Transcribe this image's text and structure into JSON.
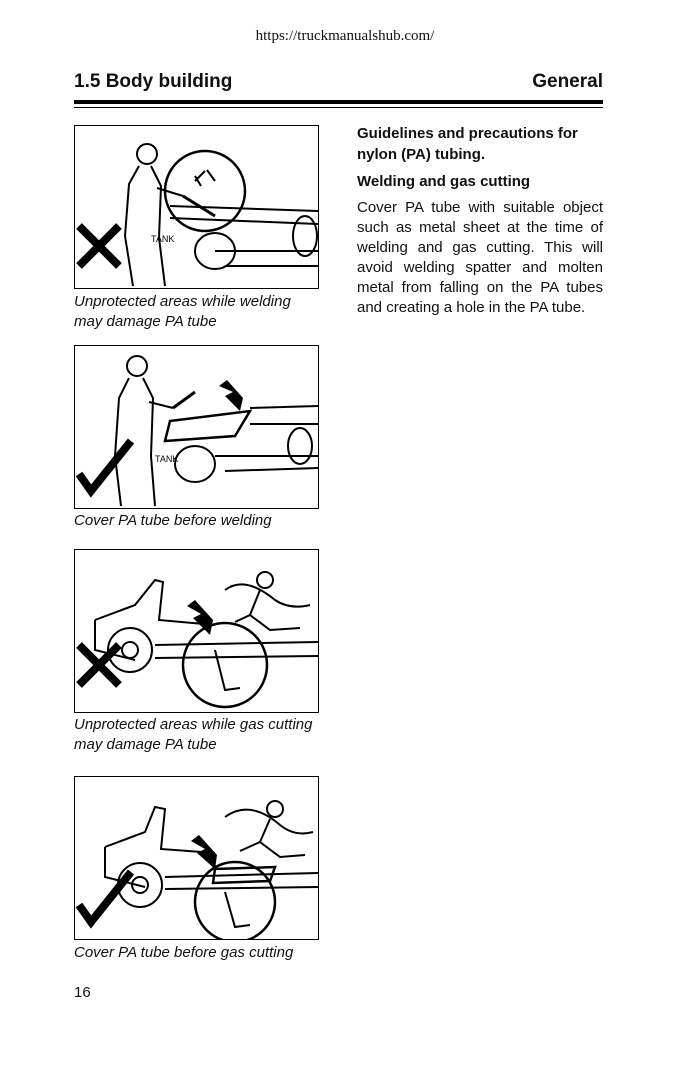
{
  "url": "https://truckmanualshub.com/",
  "header": {
    "section": "1.5  Body building",
    "chapter": "General"
  },
  "figures": [
    {
      "caption": "Unprotected areas while welding may damage PA tube",
      "mark": "cross",
      "tank_label": "TANK"
    },
    {
      "caption": "Cover PA tube before welding",
      "mark": "check",
      "tank_label": "TANK"
    },
    {
      "caption": "Unprotected areas while gas cutting may damage PA tube",
      "mark": "cross"
    },
    {
      "caption": "Cover PA tube before gas cutting",
      "mark": "check"
    }
  ],
  "content": {
    "heading": "Guidelines and precautions for nylon (PA) tubing.",
    "subheading": "Welding and gas cutting",
    "paragraph": "Cover PA tube with suitable object such as metal sheet at the time of welding and gas cutting. This will avoid welding spatter and molten metal from falling on the PA tubes and creating a hole in the PA tube."
  },
  "page_number": "16"
}
